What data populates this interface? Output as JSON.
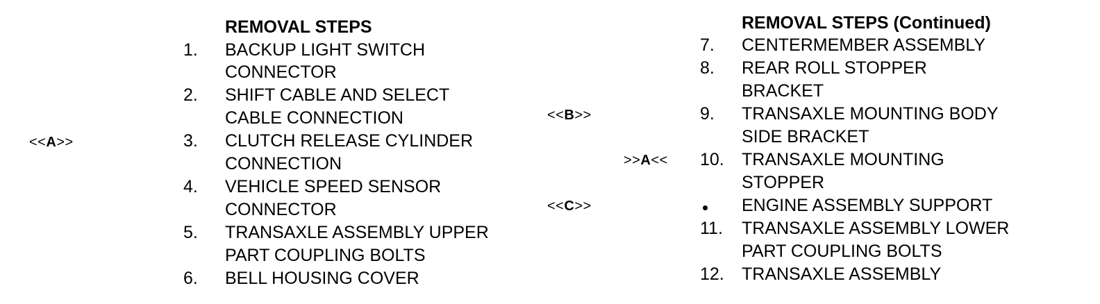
{
  "left_column": {
    "title": "REMOVAL STEPS",
    "steps": [
      {
        "num": "1.",
        "line1": "BACKUP LIGHT SWITCH",
        "line2": "CONNECTOR"
      },
      {
        "num": "2.",
        "line1": "SHIFT CABLE AND SELECT",
        "line2": "CABLE CONNECTION"
      },
      {
        "num": "3.",
        "line1": "CLUTCH RELEASE CYLINDER",
        "line2": "CONNECTION"
      },
      {
        "num": "4.",
        "line1": "VEHICLE SPEED SENSOR",
        "line2": "CONNECTOR"
      },
      {
        "num": "5.",
        "line1": "TRANSAXLE ASSEMBLY UPPER",
        "line2": "PART COUPLING BOLTS"
      },
      {
        "num": "6.",
        "line1": "BELL HOUSING COVER"
      }
    ]
  },
  "right_column": {
    "title": "REMOVAL STEPS (Continued)",
    "steps": [
      {
        "num": "7.",
        "line1": "CENTERMEMBER ASSEMBLY"
      },
      {
        "num": "8.",
        "line1": "REAR ROLL STOPPER",
        "line2": "BRACKET"
      },
      {
        "num": "9.",
        "line1": "TRANSAXLE MOUNTING BODY",
        "line2": "SIDE BRACKET"
      },
      {
        "num": "10.",
        "line1": "TRANSAXLE MOUNTING",
        "line2": "STOPPER"
      },
      {
        "bullet": true,
        "line1": "ENGINE ASSEMBLY SUPPORT"
      },
      {
        "num": "11.",
        "line1": "TRANSAXLE ASSEMBLY LOWER",
        "line2": "PART COUPLING BOLTS"
      },
      {
        "num": "12.",
        "line1": "TRANSAXLE ASSEMBLY"
      }
    ]
  },
  "markers": {
    "a_install": {
      "pre": "<<",
      "letter": "A",
      "post": ">>"
    },
    "b_install": {
      "pre": "<<",
      "letter": "B",
      "post": ">>"
    },
    "a_removal": {
      "pre": ">>",
      "letter": "A",
      "post": "<<"
    },
    "c_install": {
      "pre": "<<",
      "letter": "C",
      "post": ">>"
    }
  }
}
